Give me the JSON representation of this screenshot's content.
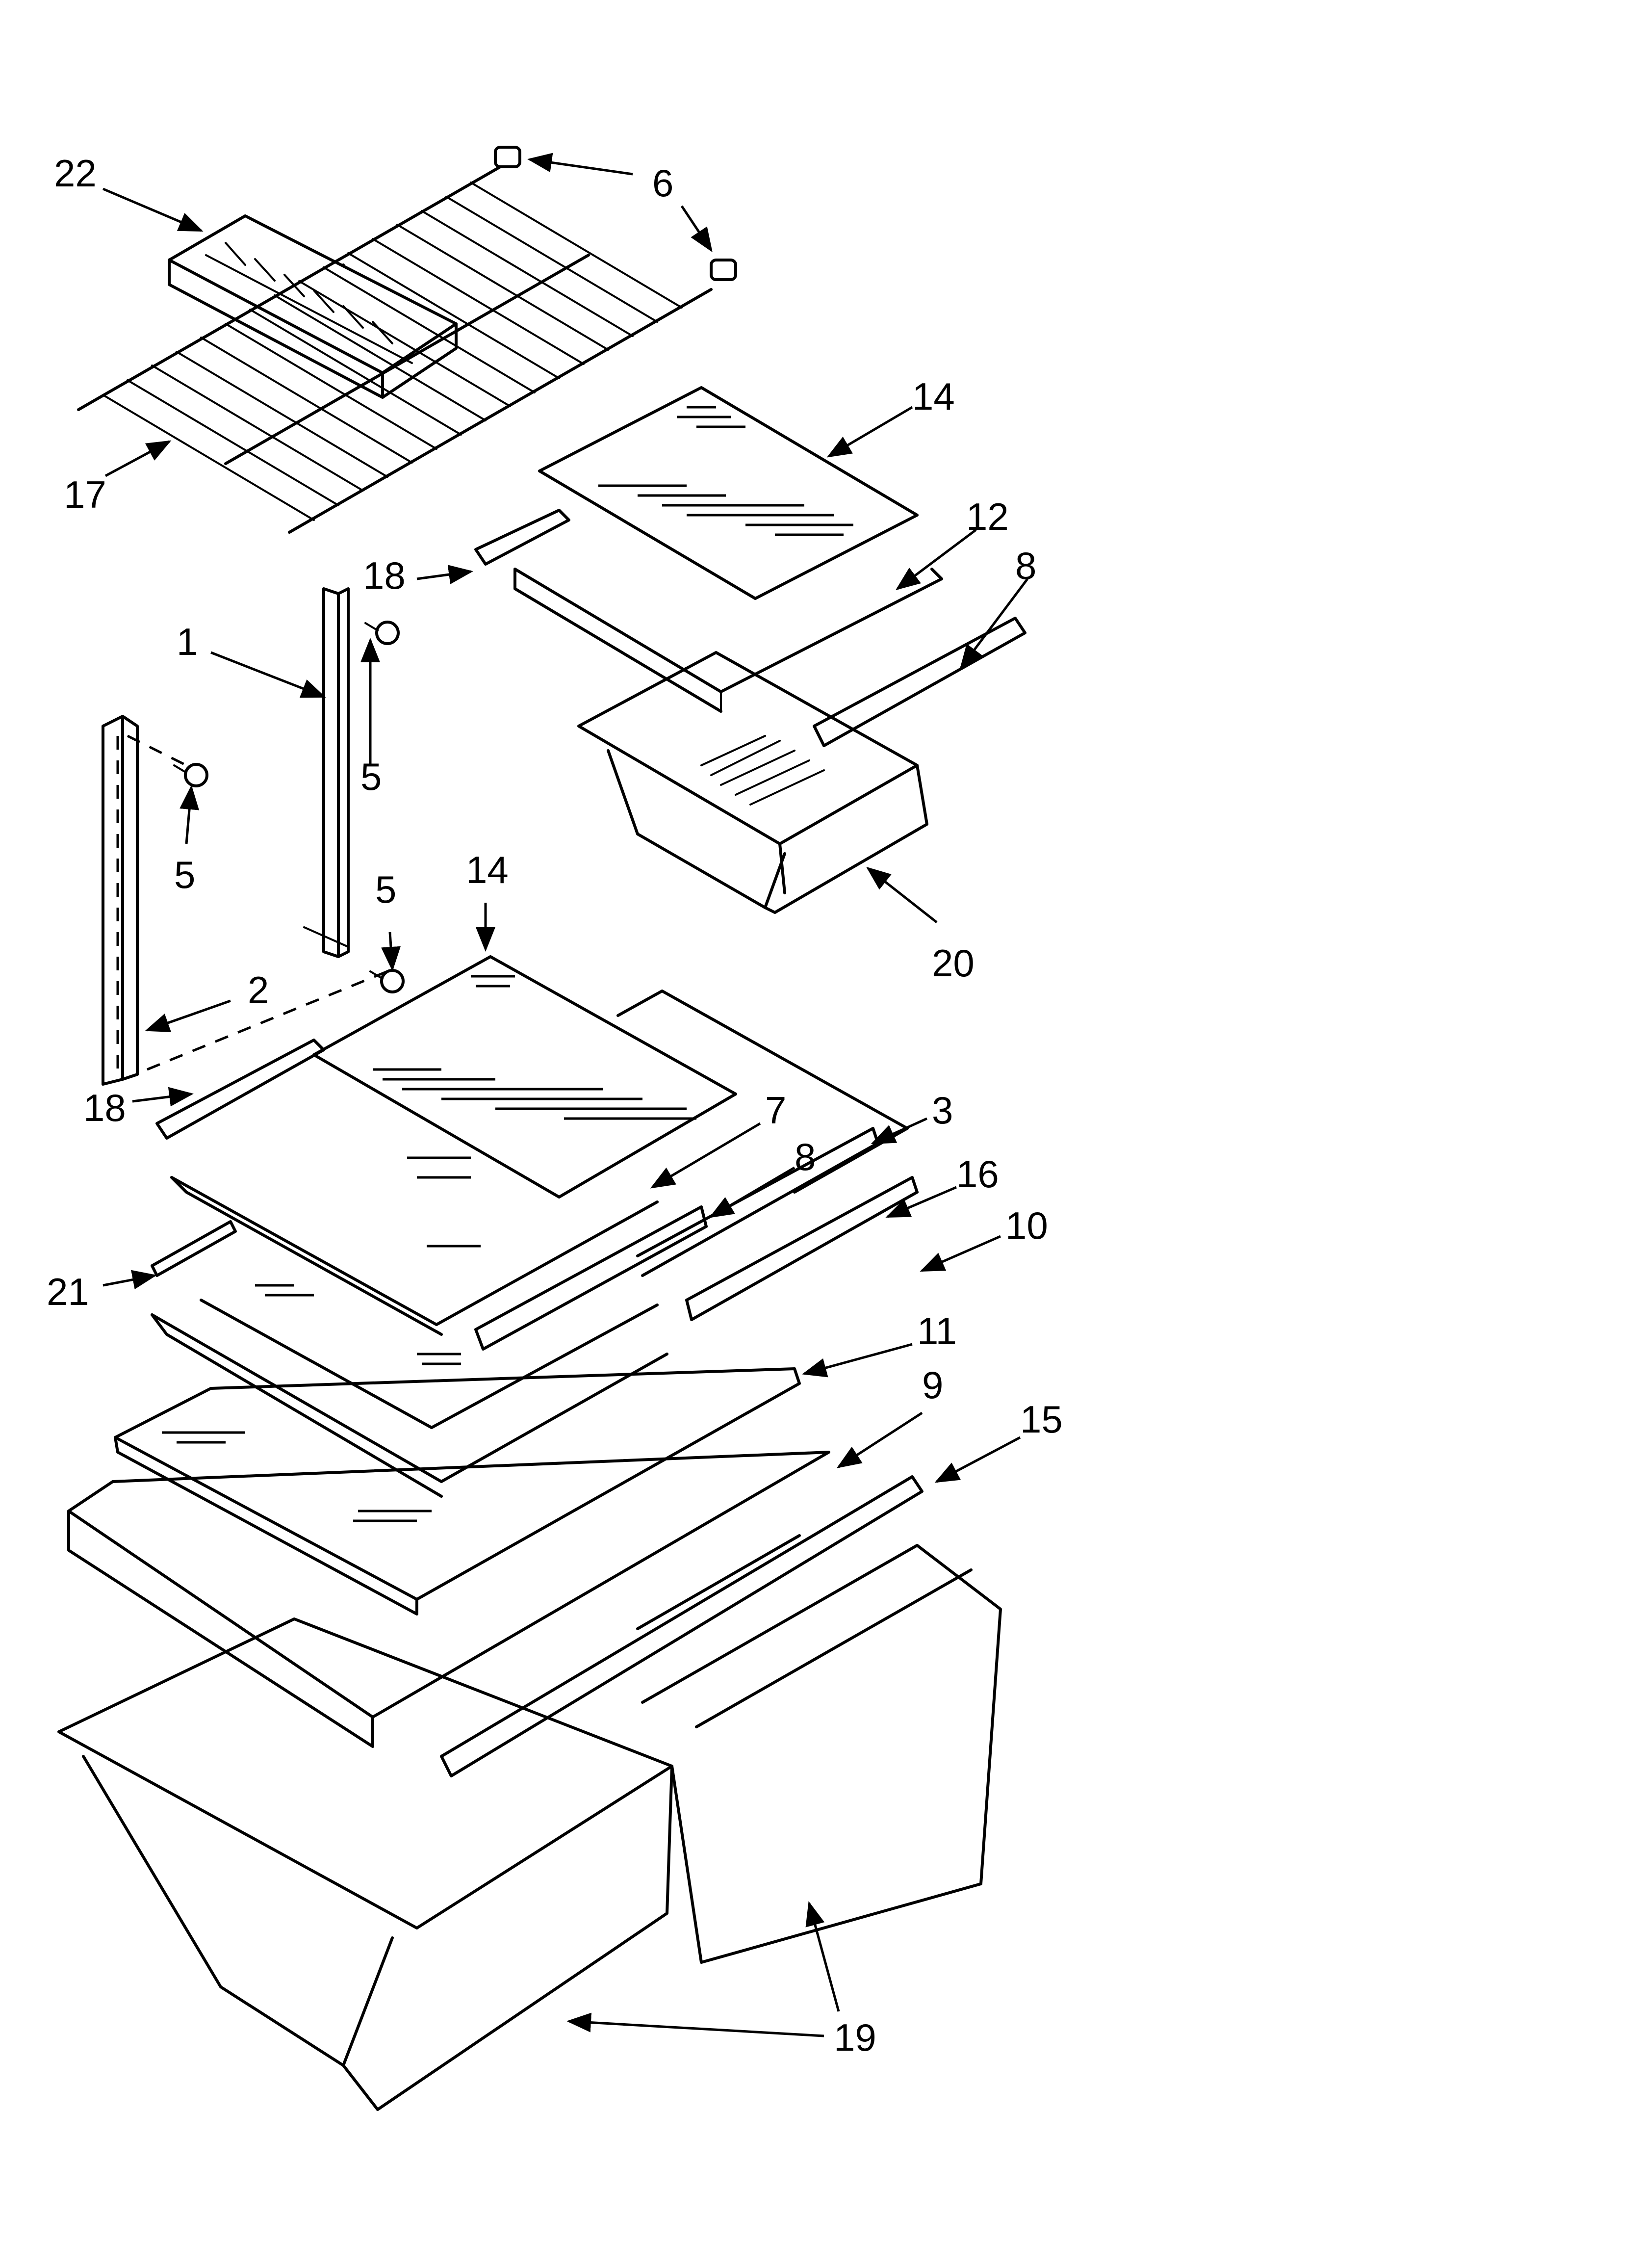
{
  "callouts": {
    "c22": "22",
    "c6": "6",
    "c17": "17",
    "c14a": "14",
    "c12": "12",
    "c18a": "18",
    "c8a": "8",
    "c1": "1",
    "c5a": "5",
    "c5b": "5",
    "c5c": "5",
    "c20": "20",
    "c14b": "14",
    "c2": "2",
    "c18b": "18",
    "c7": "7",
    "c3": "3",
    "c8b": "8",
    "c16": "16",
    "c10": "10",
    "c21": "21",
    "c11": "11",
    "c9": "9",
    "c15": "15",
    "c19": "19"
  },
  "colors": {
    "ink": "#000000",
    "paper": "#ffffff"
  }
}
